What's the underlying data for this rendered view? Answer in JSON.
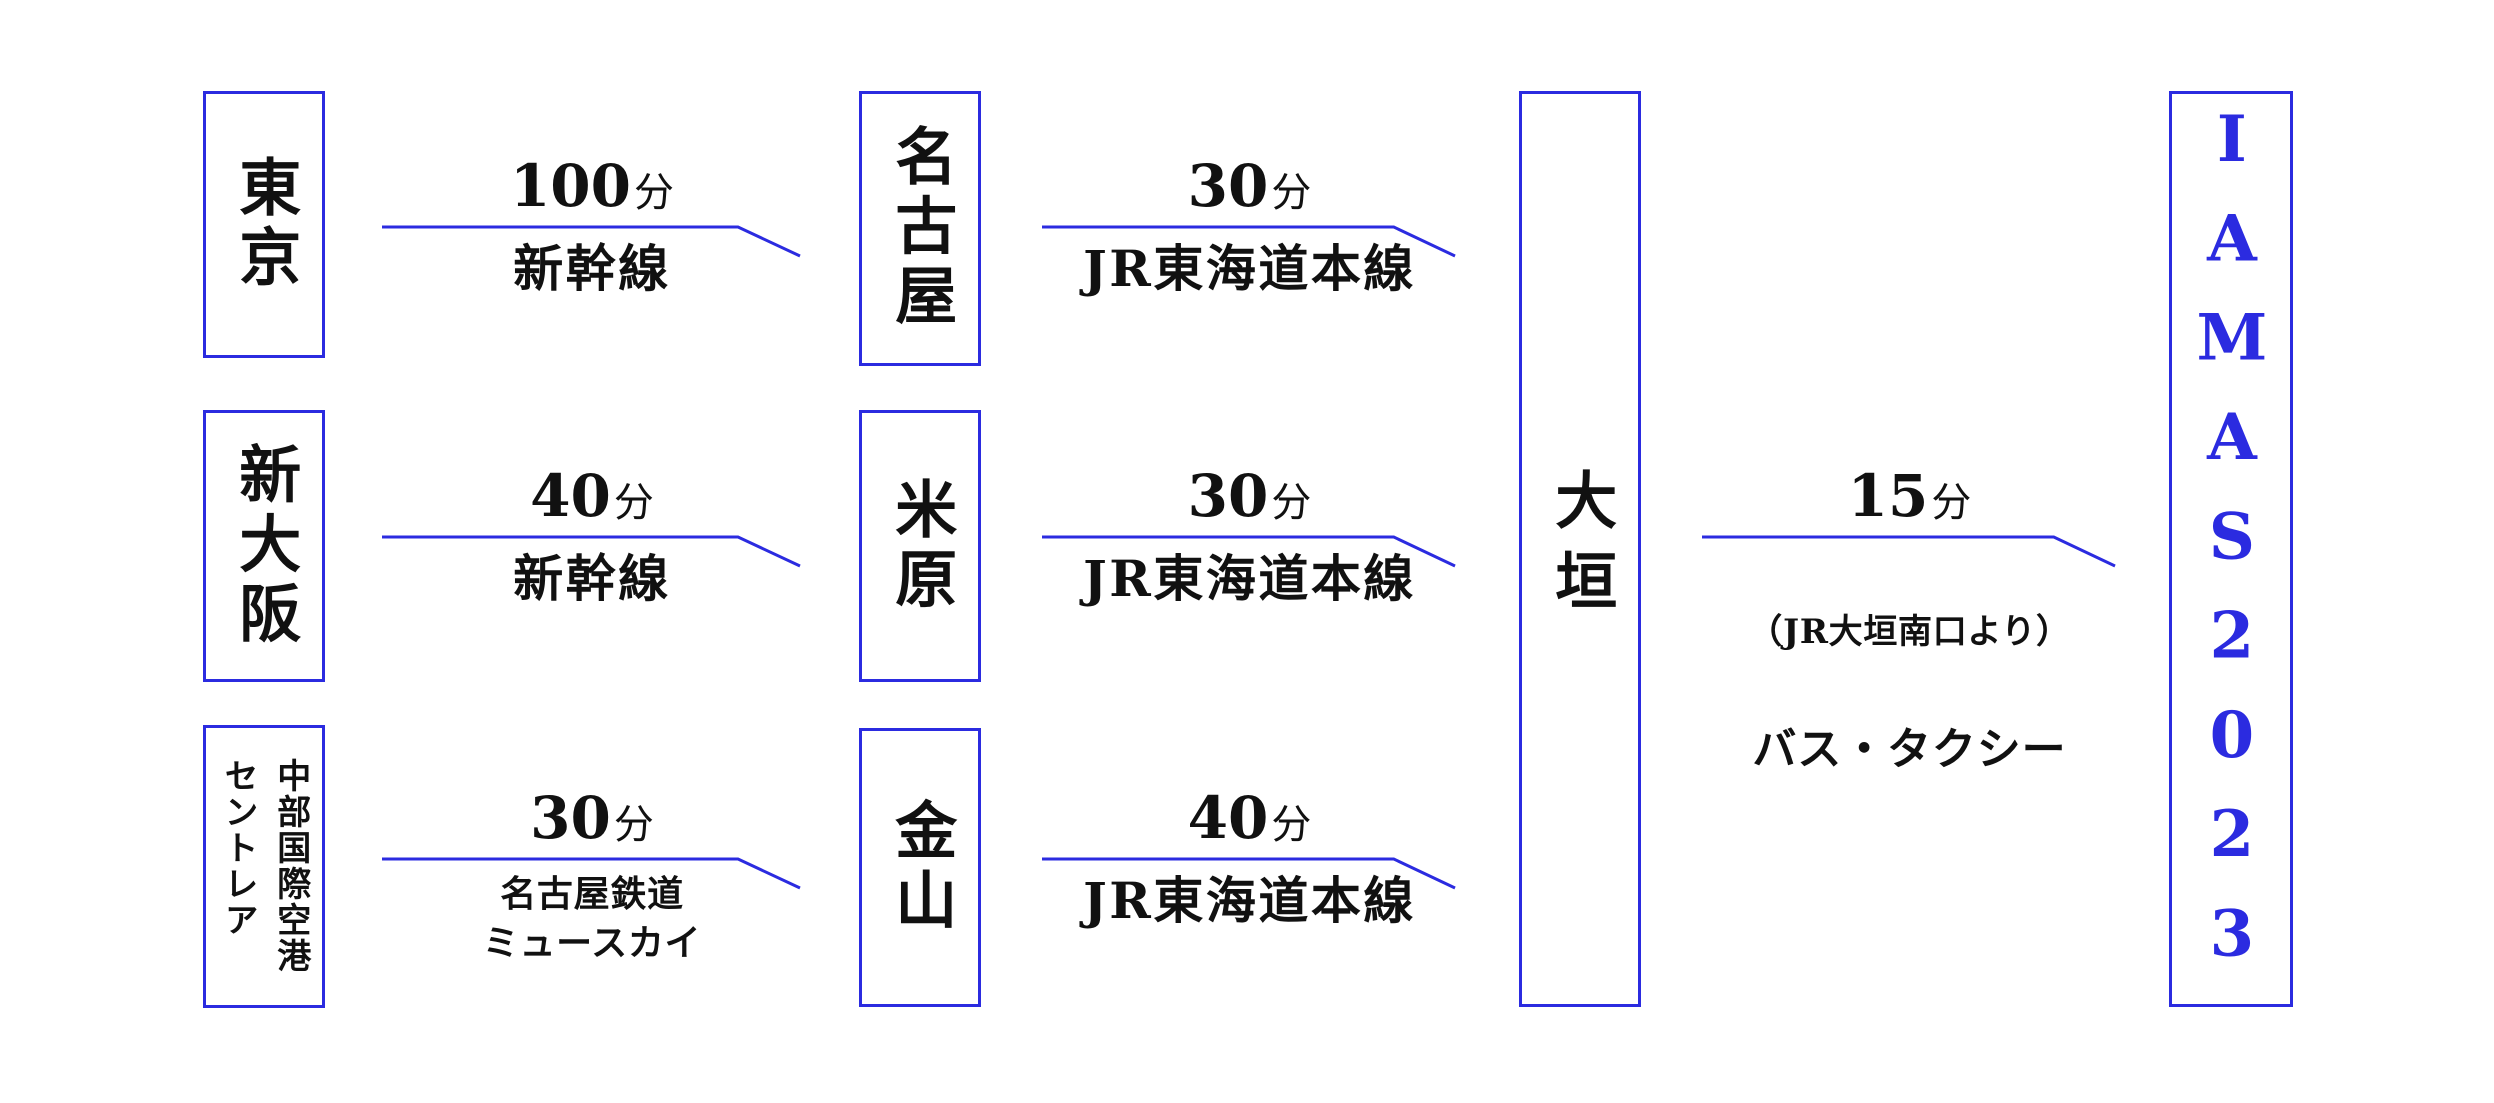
{
  "colors": {
    "accent_blue": "#2b2be0",
    "text_black": "#111111",
    "background": "#ffffff"
  },
  "origins": [
    {
      "name": "東京"
    },
    {
      "name": "新大阪"
    },
    {
      "name": "中部国際空港\nセントレア"
    }
  ],
  "leg1": [
    {
      "time": "100",
      "unit": "分",
      "line": "新幹線"
    },
    {
      "time": "40",
      "unit": "分",
      "line": "新幹線"
    },
    {
      "time": "30",
      "unit": "分",
      "line": "名古屋鉄道\nミュースカイ"
    }
  ],
  "transfers": [
    {
      "name": "名古屋"
    },
    {
      "name": "米原"
    },
    {
      "name": "金山"
    }
  ],
  "leg2": [
    {
      "time": "30",
      "unit": "分",
      "line": "JR東海道本線"
    },
    {
      "time": "30",
      "unit": "分",
      "line": "JR東海道本線"
    },
    {
      "time": "40",
      "unit": "分",
      "line": "JR東海道本線"
    }
  ],
  "hub": {
    "name": "大垣"
  },
  "final_leg": {
    "time": "15",
    "unit": "分",
    "note": "（JR大垣南口より）",
    "mode": "バス・タクシー"
  },
  "destination": {
    "name": "IAMAS2023"
  }
}
